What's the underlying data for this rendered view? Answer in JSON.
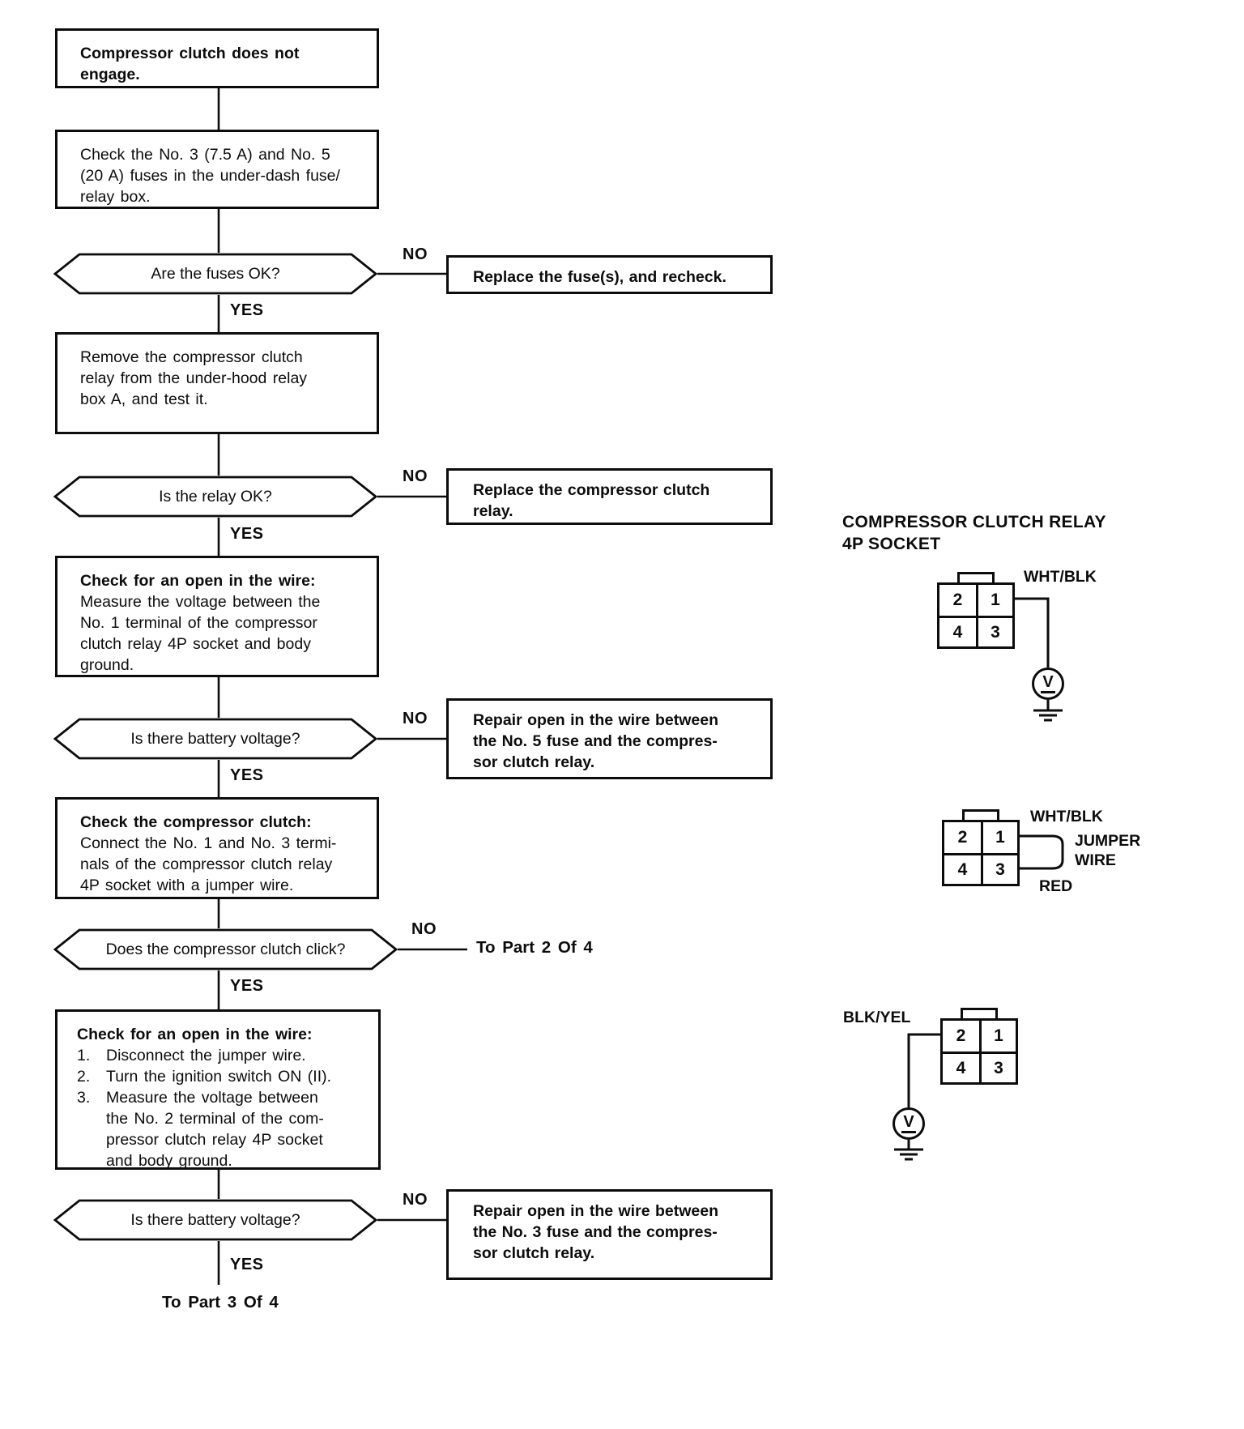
{
  "page": {
    "ink": "#0c0c0c",
    "paper": "#ffffff"
  },
  "labels": {
    "yes": "YES",
    "no": "NO"
  },
  "flow": {
    "start_box": {
      "lines": [
        "Compressor clutch does not",
        "engage."
      ]
    },
    "check_fuses_box": {
      "lines": [
        "Check the No. 3 (7.5 A) and No. 5",
        "(20 A) fuses in the under-dash fuse/",
        "relay box."
      ]
    },
    "fuses_ok_decision": {
      "question": "Are the fuses OK?",
      "no_action_lines": [
        "Replace the fuse(s), and recheck."
      ]
    },
    "remove_relay_box": {
      "lines": [
        "Remove the compressor clutch",
        "relay from the under-hood relay",
        "box A, and test it."
      ]
    },
    "relay_ok_decision": {
      "question": "Is the relay OK?",
      "no_action_lines": [
        "Replace the compressor clutch",
        "relay."
      ]
    },
    "check_open_wire_no1_box": {
      "title": "Check for an open in the wire:",
      "lines": [
        "Measure the voltage between the",
        "No. 1 terminal of the compressor",
        "clutch relay 4P socket and body",
        "ground."
      ]
    },
    "battery_voltage_decision_1": {
      "question": "Is there battery voltage?",
      "no_action_lines": [
        "Repair open in the wire between",
        "the No. 5 fuse and the compres-",
        "sor clutch relay."
      ]
    },
    "check_compressor_clutch_box": {
      "title": "Check the compressor clutch:",
      "lines": [
        "Connect the No. 1 and No. 3 termi-",
        "nals of the compressor clutch relay",
        "4P socket with a jumper wire."
      ]
    },
    "clutch_click_decision": {
      "question": "Does the compressor clutch click?",
      "no_goto": "To Part 2 Of 4"
    },
    "check_open_wire_no2_box": {
      "title": "Check for an open in the wire:",
      "items": [
        {
          "num": "1.",
          "lines": [
            "Disconnect the jumper wire."
          ]
        },
        {
          "num": "2.",
          "lines": [
            "Turn the ignition switch ON (II)."
          ]
        },
        {
          "num": "3.",
          "lines": [
            "Measure the voltage between",
            "the No. 2 terminal of the com-",
            "pressor clutch relay 4P socket",
            "and body ground."
          ]
        }
      ]
    },
    "battery_voltage_decision_2": {
      "question": "Is there battery voltage?",
      "no_action_lines": [
        "Repair open in the wire between",
        "the No. 3 fuse and the compres-",
        "sor clutch relay."
      ]
    },
    "yes_goto": "To Part 3 Of 4"
  },
  "socket_panel": {
    "heading_lines": [
      "COMPRESSOR CLUTCH RELAY",
      "4P SOCKET"
    ],
    "pins": [
      "2",
      "1",
      "4",
      "3"
    ],
    "voltmeter_symbol": "V",
    "diagram1": {
      "wire_label": "WHT/BLK"
    },
    "diagram2": {
      "wire_label": "WHT/BLK",
      "jumper_lines": [
        "JUMPER",
        "WIRE"
      ],
      "wire_color_label": "RED"
    },
    "diagram3": {
      "wire_label": "BLK/YEL"
    }
  }
}
